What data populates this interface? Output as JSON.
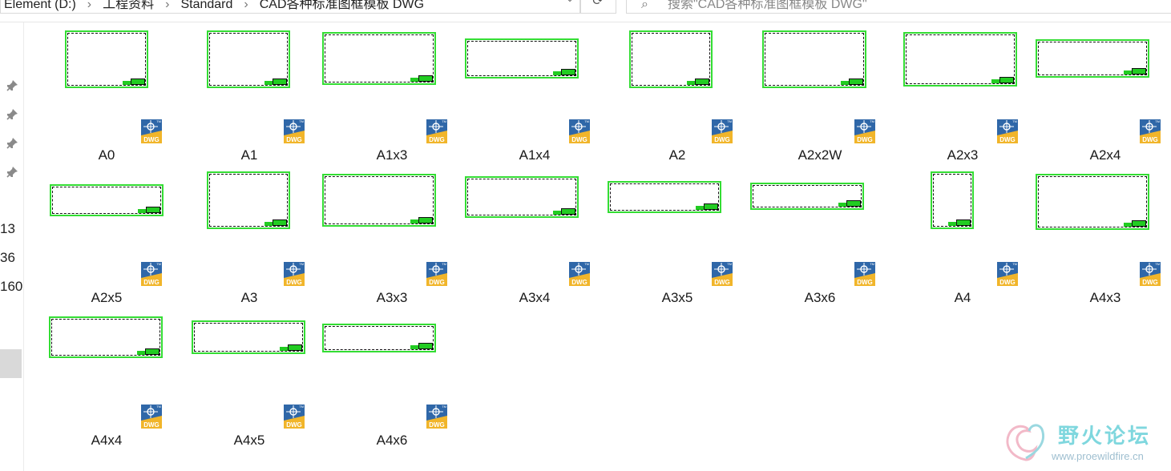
{
  "address_bar": {
    "segments": [
      "Element (D:)",
      "工程资料",
      "Standard",
      "CAD各种标准图框模板 DWG"
    ],
    "dropdown_icon": "chevron-down-icon"
  },
  "search": {
    "placeholder": "搜索\"CAD各种标准图框模板 DWG\"",
    "icon": "search-icon"
  },
  "refresh_icon": "refresh-icon",
  "nav": {
    "pins": [
      "pin-icon",
      "pin-icon",
      "pin-icon",
      "pin-icon"
    ],
    "numbers": [
      "13",
      "36",
      "160"
    ]
  },
  "files": [
    {
      "name": "A0",
      "type": "DWG"
    },
    {
      "name": "A1",
      "type": "DWG"
    },
    {
      "name": "A1x3",
      "type": "DWG"
    },
    {
      "name": "A1x4",
      "type": "DWG"
    },
    {
      "name": "A2",
      "type": "DWG"
    },
    {
      "name": "A2x2W",
      "type": "DWG"
    },
    {
      "name": "A2x3",
      "type": "DWG"
    },
    {
      "name": "A2x4",
      "type": "DWG"
    },
    {
      "name": "A2x5",
      "type": "DWG"
    },
    {
      "name": "A3",
      "type": "DWG"
    },
    {
      "name": "A3x3",
      "type": "DWG"
    },
    {
      "name": "A3x4",
      "type": "DWG"
    },
    {
      "name": "A3x5",
      "type": "DWG"
    },
    {
      "name": "A3x6",
      "type": "DWG"
    },
    {
      "name": "A4",
      "type": "DWG"
    },
    {
      "name": "A4x3",
      "type": "DWG"
    },
    {
      "name": "A4x4",
      "type": "DWG"
    },
    {
      "name": "A4x5",
      "type": "DWG"
    },
    {
      "name": "A4x6",
      "type": "DWG"
    }
  ],
  "watermark": {
    "title": "野火论坛",
    "url": "www.proewildfire.cn"
  },
  "colors": {
    "frame_green": "#33dd33",
    "dwg_blue": "#2f67a8",
    "dwg_yellow": "#f1b52a",
    "selection_gray": "#d9d9d9"
  }
}
